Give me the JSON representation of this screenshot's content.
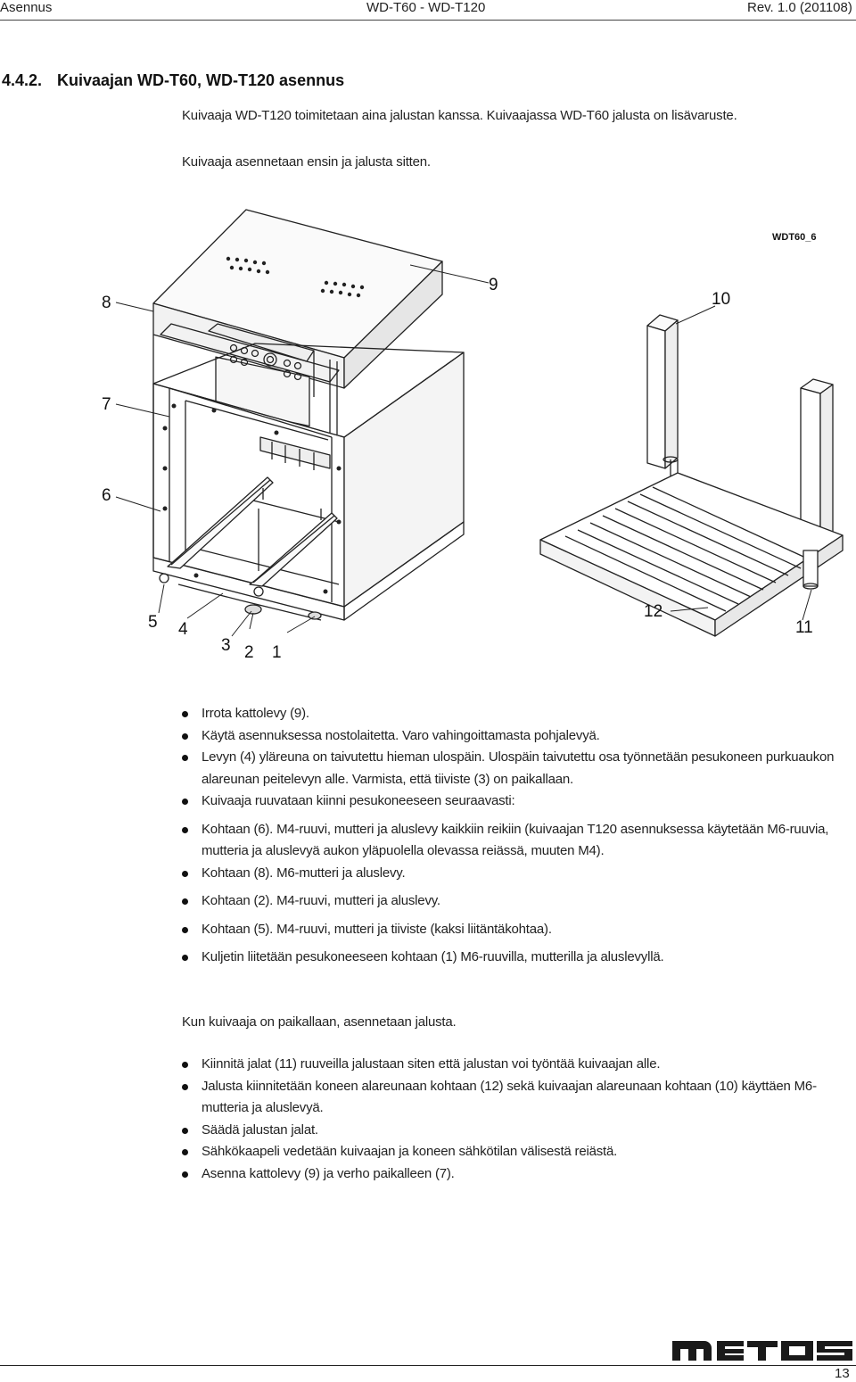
{
  "header": {
    "left": "Asennus",
    "center": "WD-T60 - WD-T120",
    "right": "Rev. 1.0 (201108)"
  },
  "section": {
    "number": "4.4.2.",
    "title": "Kuivaajan WD-T60, WD-T120 asennus"
  },
  "intro": [
    "Kuivaaja WD-T120 toimitetaan aina jalustan kanssa. Kuivaajassa WD-T60 jalusta on lisävaruste.",
    "Kuivaaja asennetaan ensin ja jalusta sitten."
  ],
  "figure": {
    "code": "WDT60_6",
    "callouts": [
      "1",
      "2",
      "3",
      "4",
      "5",
      "6",
      "7",
      "8",
      "9",
      "10",
      "11",
      "12"
    ]
  },
  "steps": [
    "Irrota kattolevy (9).",
    "Käytä asennuksessa nostolaitetta. Varo vahingoittamasta pohjalevyä.",
    "Levyn (4) yläreuna on taivutettu hieman ulospäin. Ulospäin taivutettu osa työnnetään pesukoneen purkuaukon alareunan peitelevyn alle. Varmista, että tiiviste (3) on paikallaan.",
    "Kuivaaja ruuvataan kiinni pesukoneeseen seuraavasti:",
    "Kohtaan (6). M4-ruuvi, mutteri ja aluslevy kaikkiin reikiin (kuivaajan T120 asennuksessa käytetään M6-ruuvia, mutteria ja aluslevyä aukon yläpuolella olevassa reiässä, muuten M4).",
    "Kohtaan (8). M6-mutteri ja aluslevy.",
    "Kohtaan (2). M4-ruuvi, mutteri ja aluslevy.",
    "Kohtaan (5). M4-ruuvi, mutteri ja tiiviste (kaksi liitäntäkohtaa).",
    "Kuljetin liitetään pesukoneeseen kohtaan (1) M6-ruuvilla, mutterilla ja aluslevyllä."
  ],
  "after_text": "Kun kuivaaja on paikallaan, asennetaan jalusta.",
  "stand_steps": [
    "Kiinnitä jalat (11) ruuveilla jalustaan siten että jalustan voi työntää kuivaajan alle.",
    "Jalusta kiinnitetään koneen alareunaan kohtaan (12) sekä kuivaajan alareunaan kohtaan (10) käyttäen M6-mutteria ja aluslevyä.",
    "Säädä jalustan jalat.",
    "Sähkökaapeli vedetään kuivaajan ja koneen sähkötilan välisestä reiästä.",
    "Asenna kattolevy (9) ja verho paikalleen (7)."
  ],
  "footer": {
    "logo": "metos",
    "page": "13"
  }
}
